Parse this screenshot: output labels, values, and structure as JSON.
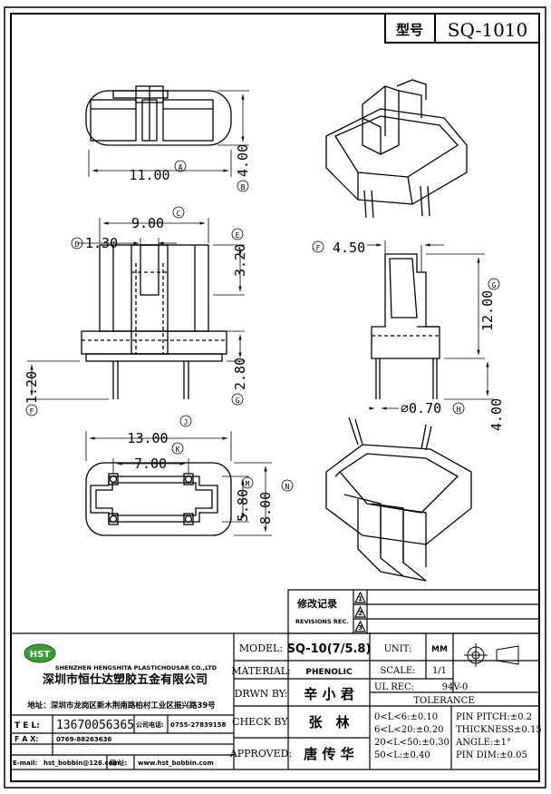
{
  "header": {
    "model_label": "型号",
    "model_number": "SQ-1010"
  },
  "dimensions": {
    "top_width": "11.00",
    "top_width_tag": "A",
    "top_height": "4.00",
    "top_height_tag": "B",
    "front_width": "9.00",
    "front_width_tag": "C",
    "slot_width": "1.30",
    "slot_width_tag": "D",
    "slot_depth": "3.20",
    "slot_depth_tag": "E",
    "base_height": "2.80",
    "base_height_tag": "G",
    "pin_offset": "1.20",
    "pin_offset_tag": "F",
    "side_depth": "4.50",
    "side_depth_tag": "F",
    "body_height": "12.00",
    "body_height_tag": "G",
    "pin_dia": "⌀0.70",
    "pin_dia_tag": "H",
    "pin_length": "4.00",
    "bottom_width": "13.00",
    "bottom_width_tag": "J",
    "pin_pitch": "7.00",
    "pin_pitch_tag": "K",
    "bottom_inner": "5.80",
    "bottom_inner_tag": "M",
    "bottom_outer": "8.00",
    "bottom_outer_tag": "N"
  },
  "revision": {
    "title_cn": "修改记录",
    "title_en": "REVISIONS REC.",
    "marks": [
      "1",
      "2",
      "3"
    ]
  },
  "company": {
    "logo": "HST",
    "name_en": "SHENZHEN HENGSHITA PLASTICHOUSAR CO.,LTD",
    "name_cn": "深圳市恒仕达塑胶五金有限公司",
    "address": "地址：深圳市龙岗区新木荆南路柏村工业区振兴路39号",
    "tel_label": "T E L:",
    "tel": "13670056365",
    "tel2_label": "公司电话:",
    "tel2": "0755-27839158",
    "fax_label": "F A X:",
    "fax": "0769-88263636",
    "email_label": "E-mail:",
    "email": "hst_bobbin@126.com",
    "web_label": "网 址:",
    "web": "www.hst_bobbin.com"
  },
  "titleblock": {
    "model_label": "MODEL:",
    "model": "SQ-10(7/5.8)",
    "material_label": "MATERIAL:",
    "material": "PHENOLIC",
    "drawn_label": "DRWN BY:",
    "drawn": "辛 小 君",
    "check_label": "CHECK BY:",
    "check": "张　林",
    "approved_label": "APPROVED:",
    "approved": "唐 传 华",
    "unit_label": "UNIT:",
    "unit": "MM",
    "scale_label": "SCALE:",
    "scale": "1/1",
    "ulrec_label": "UL REC:",
    "ulrec": "94V-0",
    "tolerance_label": "TOLERANCE",
    "tol": [
      "0<L<6:±0.10",
      "6<L<20:±0.20",
      "20<L<50:±0.30",
      "50<L:±0.40"
    ],
    "tol2": [
      "PIN PITCH:±0.2",
      "THICKNESS±0.15",
      "ANGLE:±1°",
      "PIN DIM:±0.05"
    ]
  }
}
